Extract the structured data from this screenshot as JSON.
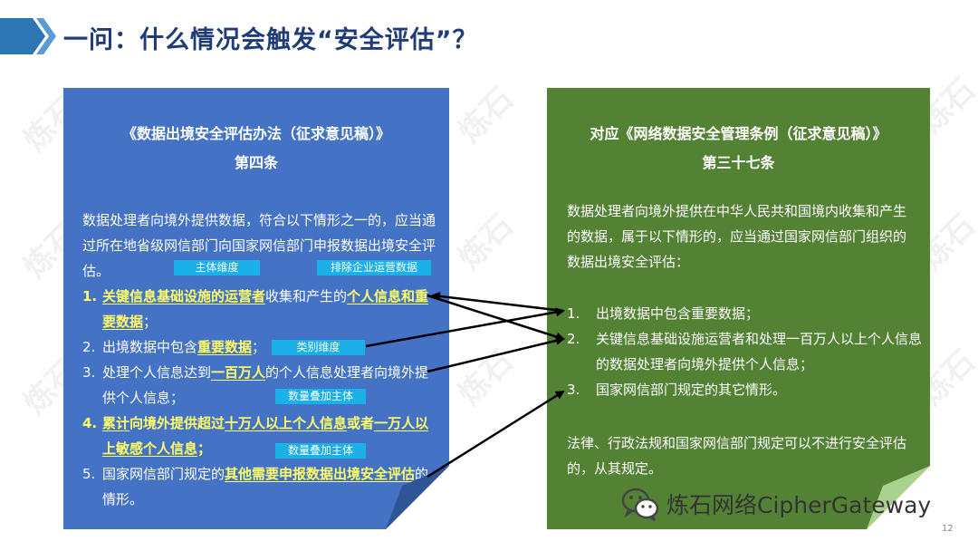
{
  "header": {
    "title": "一问：什么情况会触发“安全评估”？"
  },
  "watermark": {
    "brand": "炼石",
    "brand_en": "CipherGateway"
  },
  "left_panel": {
    "title": "《数据出境安全评估办法（征求意见稿）》",
    "subtitle": "第四条",
    "intro": "数据处理者向境外提供数据，符合以下情形之一的，应当通过所在地省级网信部门向国家网信部门申报数据出境安全评估。",
    "items": [
      {
        "num": "1.",
        "p1": "关键信息基础设施的运营者",
        "p2": "收集和产生的",
        "p3": "个人信息和重要数据",
        "p4": "；"
      },
      {
        "num": "2.",
        "p1": "出境数据中包含",
        "p2": "重要数据",
        "p3": "；"
      },
      {
        "num": "3.",
        "p1": "处理个人信息达到",
        "p2": "一百万人",
        "p3": "的个人信息处理者向境外提供个人信息；"
      },
      {
        "num": "4.",
        "p1": "累计",
        "p2": "向境外提供超过",
        "p3": "十万人以上个人信息",
        "p4": "或者",
        "p5": "一万人以上敏感个人信息",
        "p6": "；"
      },
      {
        "num": "5.",
        "p1": "国家网信部门规定的",
        "p2": "其他需要申报数据出境安全评估",
        "p3": "的情形。"
      }
    ],
    "tags": {
      "subject": "主体维度",
      "exclude": "排除企业运营数据",
      "category": "类别维度",
      "stack1": "数量叠加主体",
      "stack2": "数量叠加主体"
    }
  },
  "right_panel": {
    "title": "对应《网络数据安全管理条例（征求意见稿）》",
    "subtitle": "第三十七条",
    "intro": "数据处理者向境外提供在中华人民共和国境内收集和产生的数据，属于以下情形的，应当通过国家网信部门组织的数据出境安全评估：",
    "items": [
      {
        "num": "1.",
        "text": "出境数据中包含重要数据；"
      },
      {
        "num": "2.",
        "text": "关键信息基础设施运营者和处理一百万人以上个人信息的数据处理者向境外提供个人信息；"
      },
      {
        "num": "3.",
        "text": "国家网信部门规定的其它情形。"
      }
    ],
    "outro": "法律、行政法规和国家网信部门规定可以不进行安全评估的，从其规定。"
  },
  "footer": {
    "brand": "炼石网络CipherGateway",
    "page": "12"
  },
  "colors": {
    "left_bg": "#4472c4",
    "right_bg": "#548235",
    "highlight": "#ffff66",
    "tag": "#1cb0e8",
    "title": "#1f3c78"
  }
}
